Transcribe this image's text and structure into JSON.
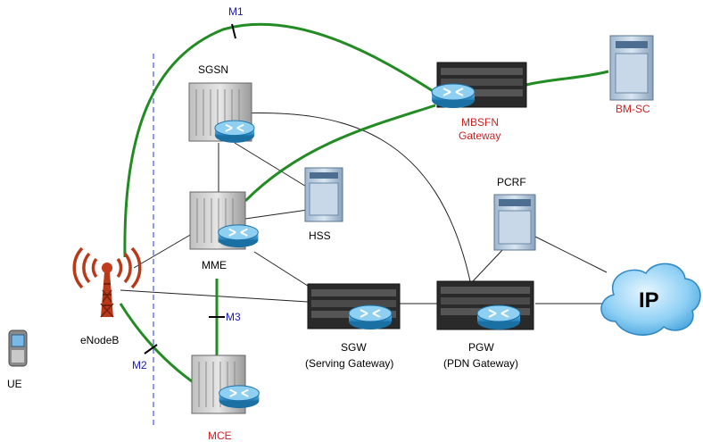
{
  "nodes": {
    "ue": {
      "label": "UE"
    },
    "enodeb": {
      "label": "eNodeB"
    },
    "sgsn": {
      "label": "SGSN"
    },
    "mme": {
      "label": "MME"
    },
    "mce": {
      "label": "MCE"
    },
    "hss": {
      "label": "HSS"
    },
    "sgw": {
      "label": "SGW",
      "sublabel": "(Serving Gateway)"
    },
    "pgw": {
      "label": "PGW",
      "sublabel": "(PDN Gateway)"
    },
    "pcrf": {
      "label": "PCRF"
    },
    "mbsfn": {
      "label": "MBSFN",
      "sublabel": "Gateway"
    },
    "bmsc": {
      "label": "BM-SC"
    },
    "ip": {
      "label": "IP"
    }
  },
  "interfaces": {
    "m1": "M1",
    "m2": "M2",
    "m3": "M3"
  },
  "colors": {
    "mbms_link": "#238b23",
    "link": "#222222",
    "label_red": "#cc2222",
    "label_blue": "#1a1ab8",
    "boundary": "#4a5ae0"
  }
}
